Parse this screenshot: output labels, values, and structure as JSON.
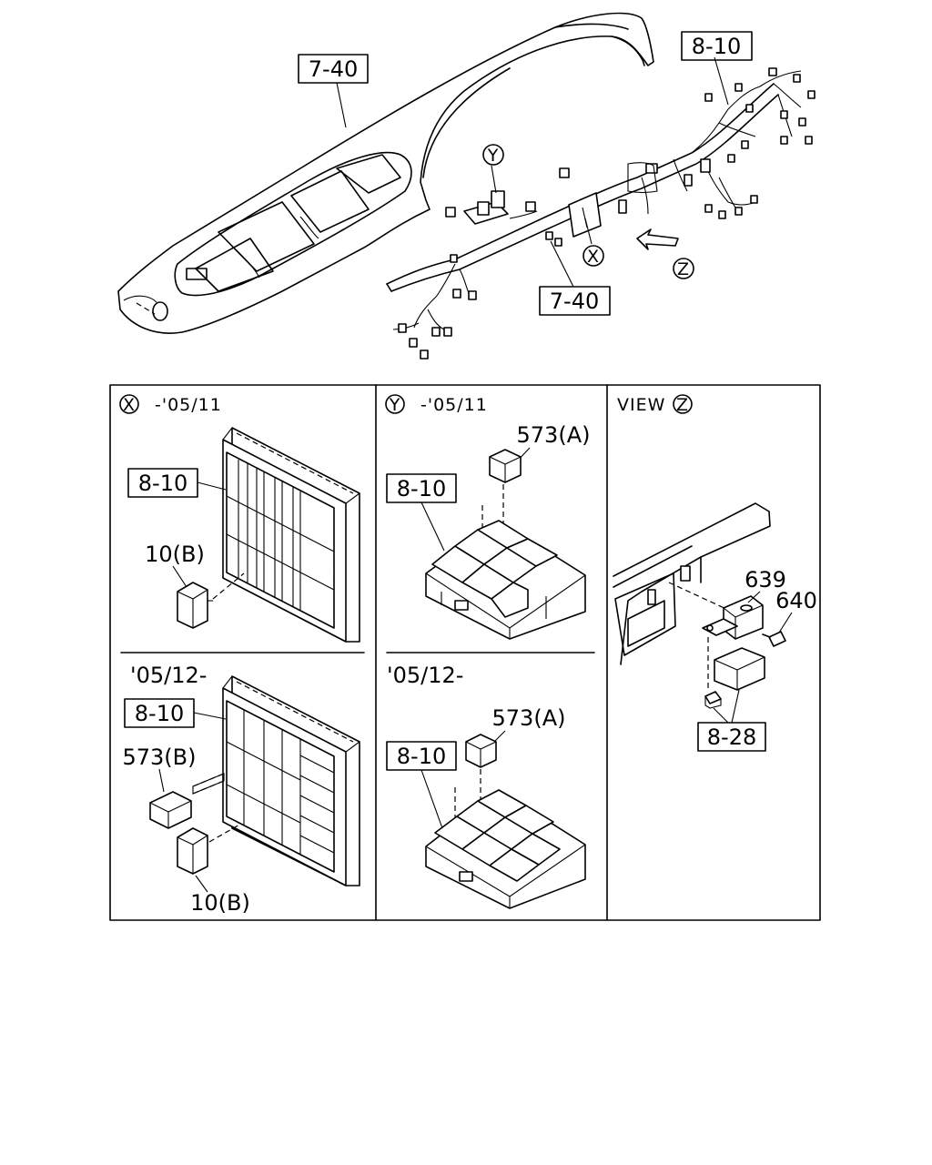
{
  "main": {
    "callout_dash_panel": "7-40",
    "callout_harness_top": "8-10",
    "callout_dash_lower": "7-40",
    "marker_y": "Y",
    "marker_x": "X",
    "marker_z": "Z"
  },
  "panel_x": {
    "marker": "X",
    "header": "-'05/11",
    "top_callout_box": "8-10",
    "top_part": "10(B)",
    "divider_label": "'05/12-",
    "bottom_callout_box": "8-10",
    "bottom_part_a": "573(B)",
    "bottom_part_b": "10(B)"
  },
  "panel_y": {
    "marker": "Y",
    "header": "-'05/11",
    "top_part": "573(A)",
    "top_callout_box": "8-10",
    "divider_label": "'05/12-",
    "bottom_part": "573(A)",
    "bottom_callout_box": "8-10"
  },
  "panel_z": {
    "header": "VIEW",
    "marker": "Z",
    "part_639": "639",
    "part_640": "640",
    "callout_box": "8-28"
  }
}
